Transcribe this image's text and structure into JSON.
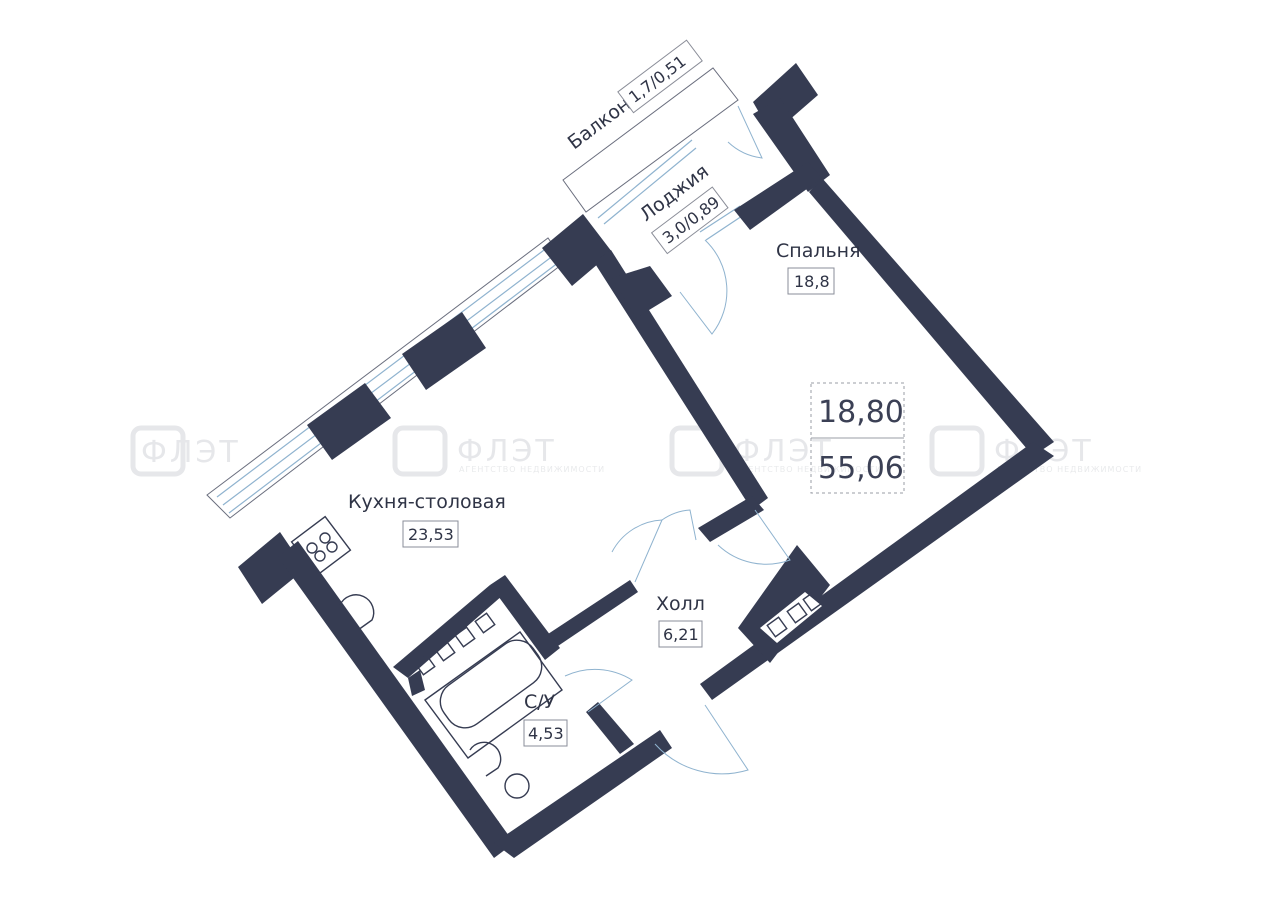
{
  "rooms": {
    "balcony": {
      "name": "Балкон",
      "area": "1,7/0,51"
    },
    "loggia": {
      "name": "Лоджия",
      "area": "3,0/0,89"
    },
    "bedroom": {
      "name": "Спальня",
      "area": "18,8"
    },
    "kitchen": {
      "name": "Кухня-столовая",
      "area": "23,53"
    },
    "hall": {
      "name": "Холл",
      "area": "6,21"
    },
    "bathroom": {
      "name": "С/У",
      "area": "4,53"
    }
  },
  "totals": {
    "living_area": "18,80",
    "total_area": "55,06"
  },
  "watermark": {
    "text": "ФЛЭТ",
    "subtitle": "АГЕНТСТВО НЕДВИЖИМОСТИ"
  },
  "colors": {
    "wall": "#363c52",
    "glass": "#8fb3cf",
    "background": "#ffffff"
  }
}
